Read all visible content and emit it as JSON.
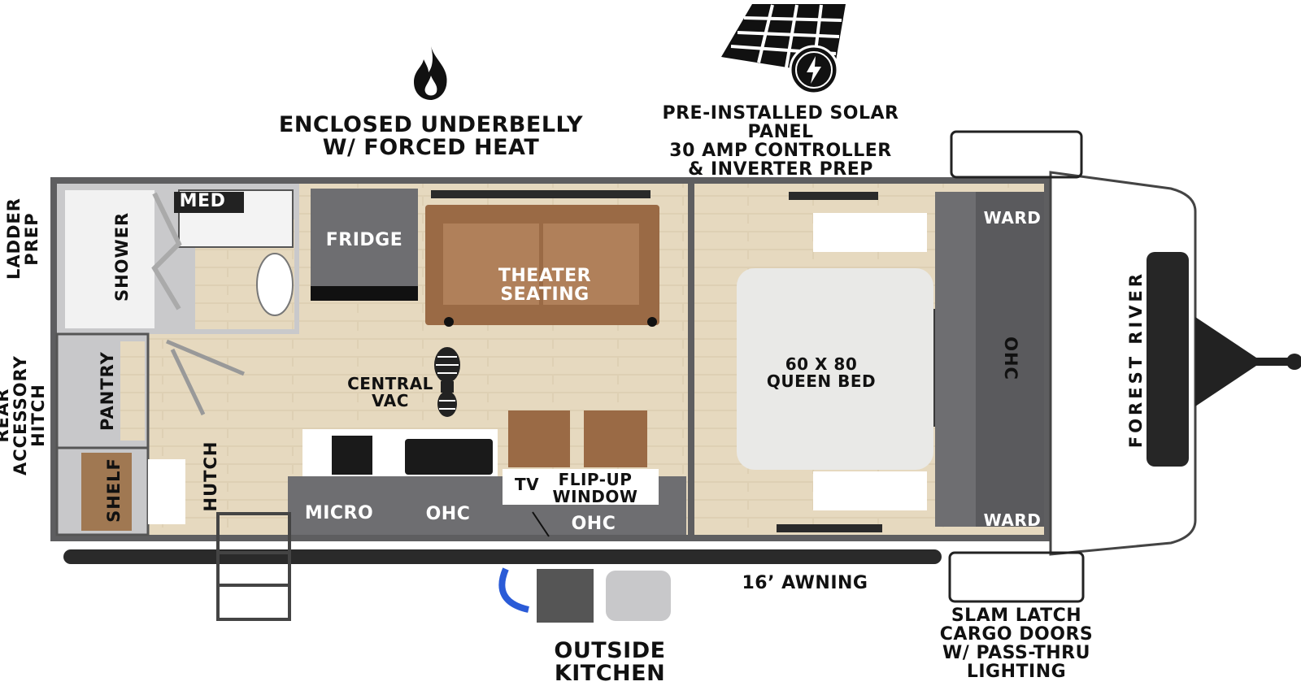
{
  "features": {
    "underbelly": "ENCLOSED UNDERBELLY\nW/ FORCED HEAT",
    "solar": "PRE-INSTALLED SOLAR PANEL\n30 AMP CONTROLLER\n& INVERTER PREP",
    "ladder": "LADDER\nPREP",
    "hitch": "REAR ACCESSORY\nHITCH",
    "awning": "16’ AWNING",
    "outside_kitchen": "OUTSIDE\nKITCHEN",
    "cargo_doors": "SLAM LATCH\nCARGO DOORS\nW/ PASS-THRU\nLIGHTING"
  },
  "rooms": {
    "med": "MED",
    "shower": "SHOWER",
    "fridge": "FRIDGE",
    "theater": "THEATER\nSEATING",
    "central_vac": "CENTRAL\nVAC",
    "pantry": "PANTRY",
    "shelf": "SHELF",
    "hutch": "HUTCH",
    "micro": "MICRO",
    "ohc_kitchen": "OHC",
    "ohc_front": "OHC",
    "ohc_bedroom": "OHC",
    "tv": "TV",
    "flip_window": "FLIP-UP\nWINDOW",
    "bed": "60 X 80\nQUEEN BED",
    "ward_top": "WARD",
    "ward_bottom": "WARD",
    "brand": "FOREST RIVER"
  },
  "colors": {
    "wall": "#5e5e60",
    "floor": "#e8dcc4",
    "cabinet": "#707073",
    "sofa": "#9a6a45",
    "bath": "#f3f3f3"
  },
  "icons": [
    "flame-icon",
    "solar-panel-icon",
    "bolt-icon",
    "boot-print-icon"
  ]
}
